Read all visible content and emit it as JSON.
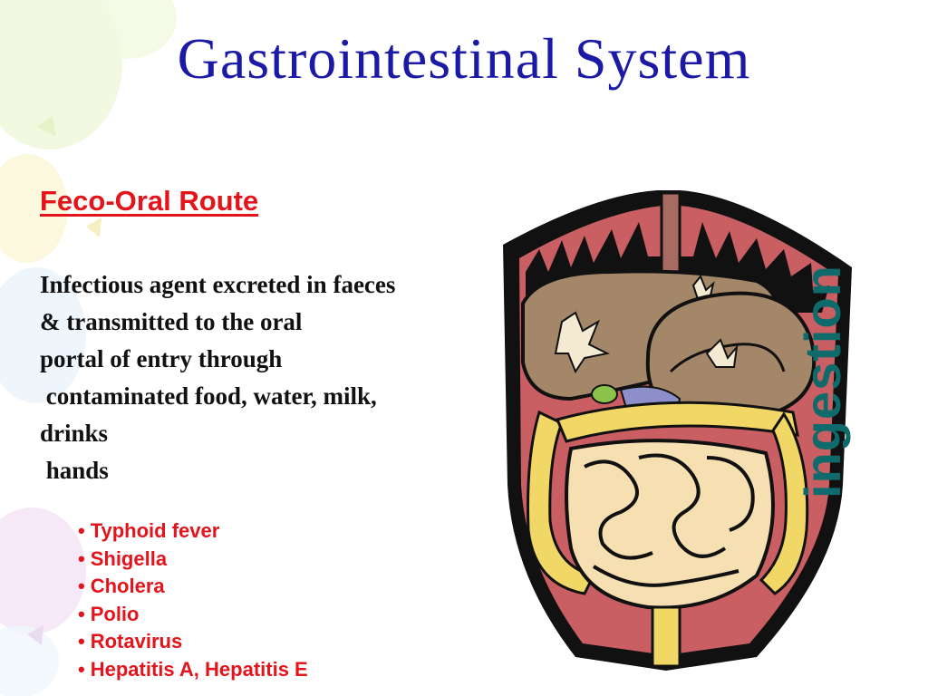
{
  "slide": {
    "title": "Gastrointestinal System",
    "subheading": "Feco-Oral Route",
    "body_lines": [
      "Infectious agent excreted in faeces",
      "& transmitted to the oral",
      "portal of entry through",
      " contaminated food, water, milk,",
      "drinks",
      " hands"
    ],
    "bullets": [
      "Typhoid fever",
      "Shigella",
      "Cholera",
      "Polio",
      "Rotavirus",
      "Hepatitis A, Hepatitis E"
    ],
    "side_label": "ingestion",
    "illustration": "digestive-system-illustration",
    "colors": {
      "title": "#1a1aa6",
      "accent_red": "#e3141b",
      "side_label": "#0f6b6b"
    }
  }
}
